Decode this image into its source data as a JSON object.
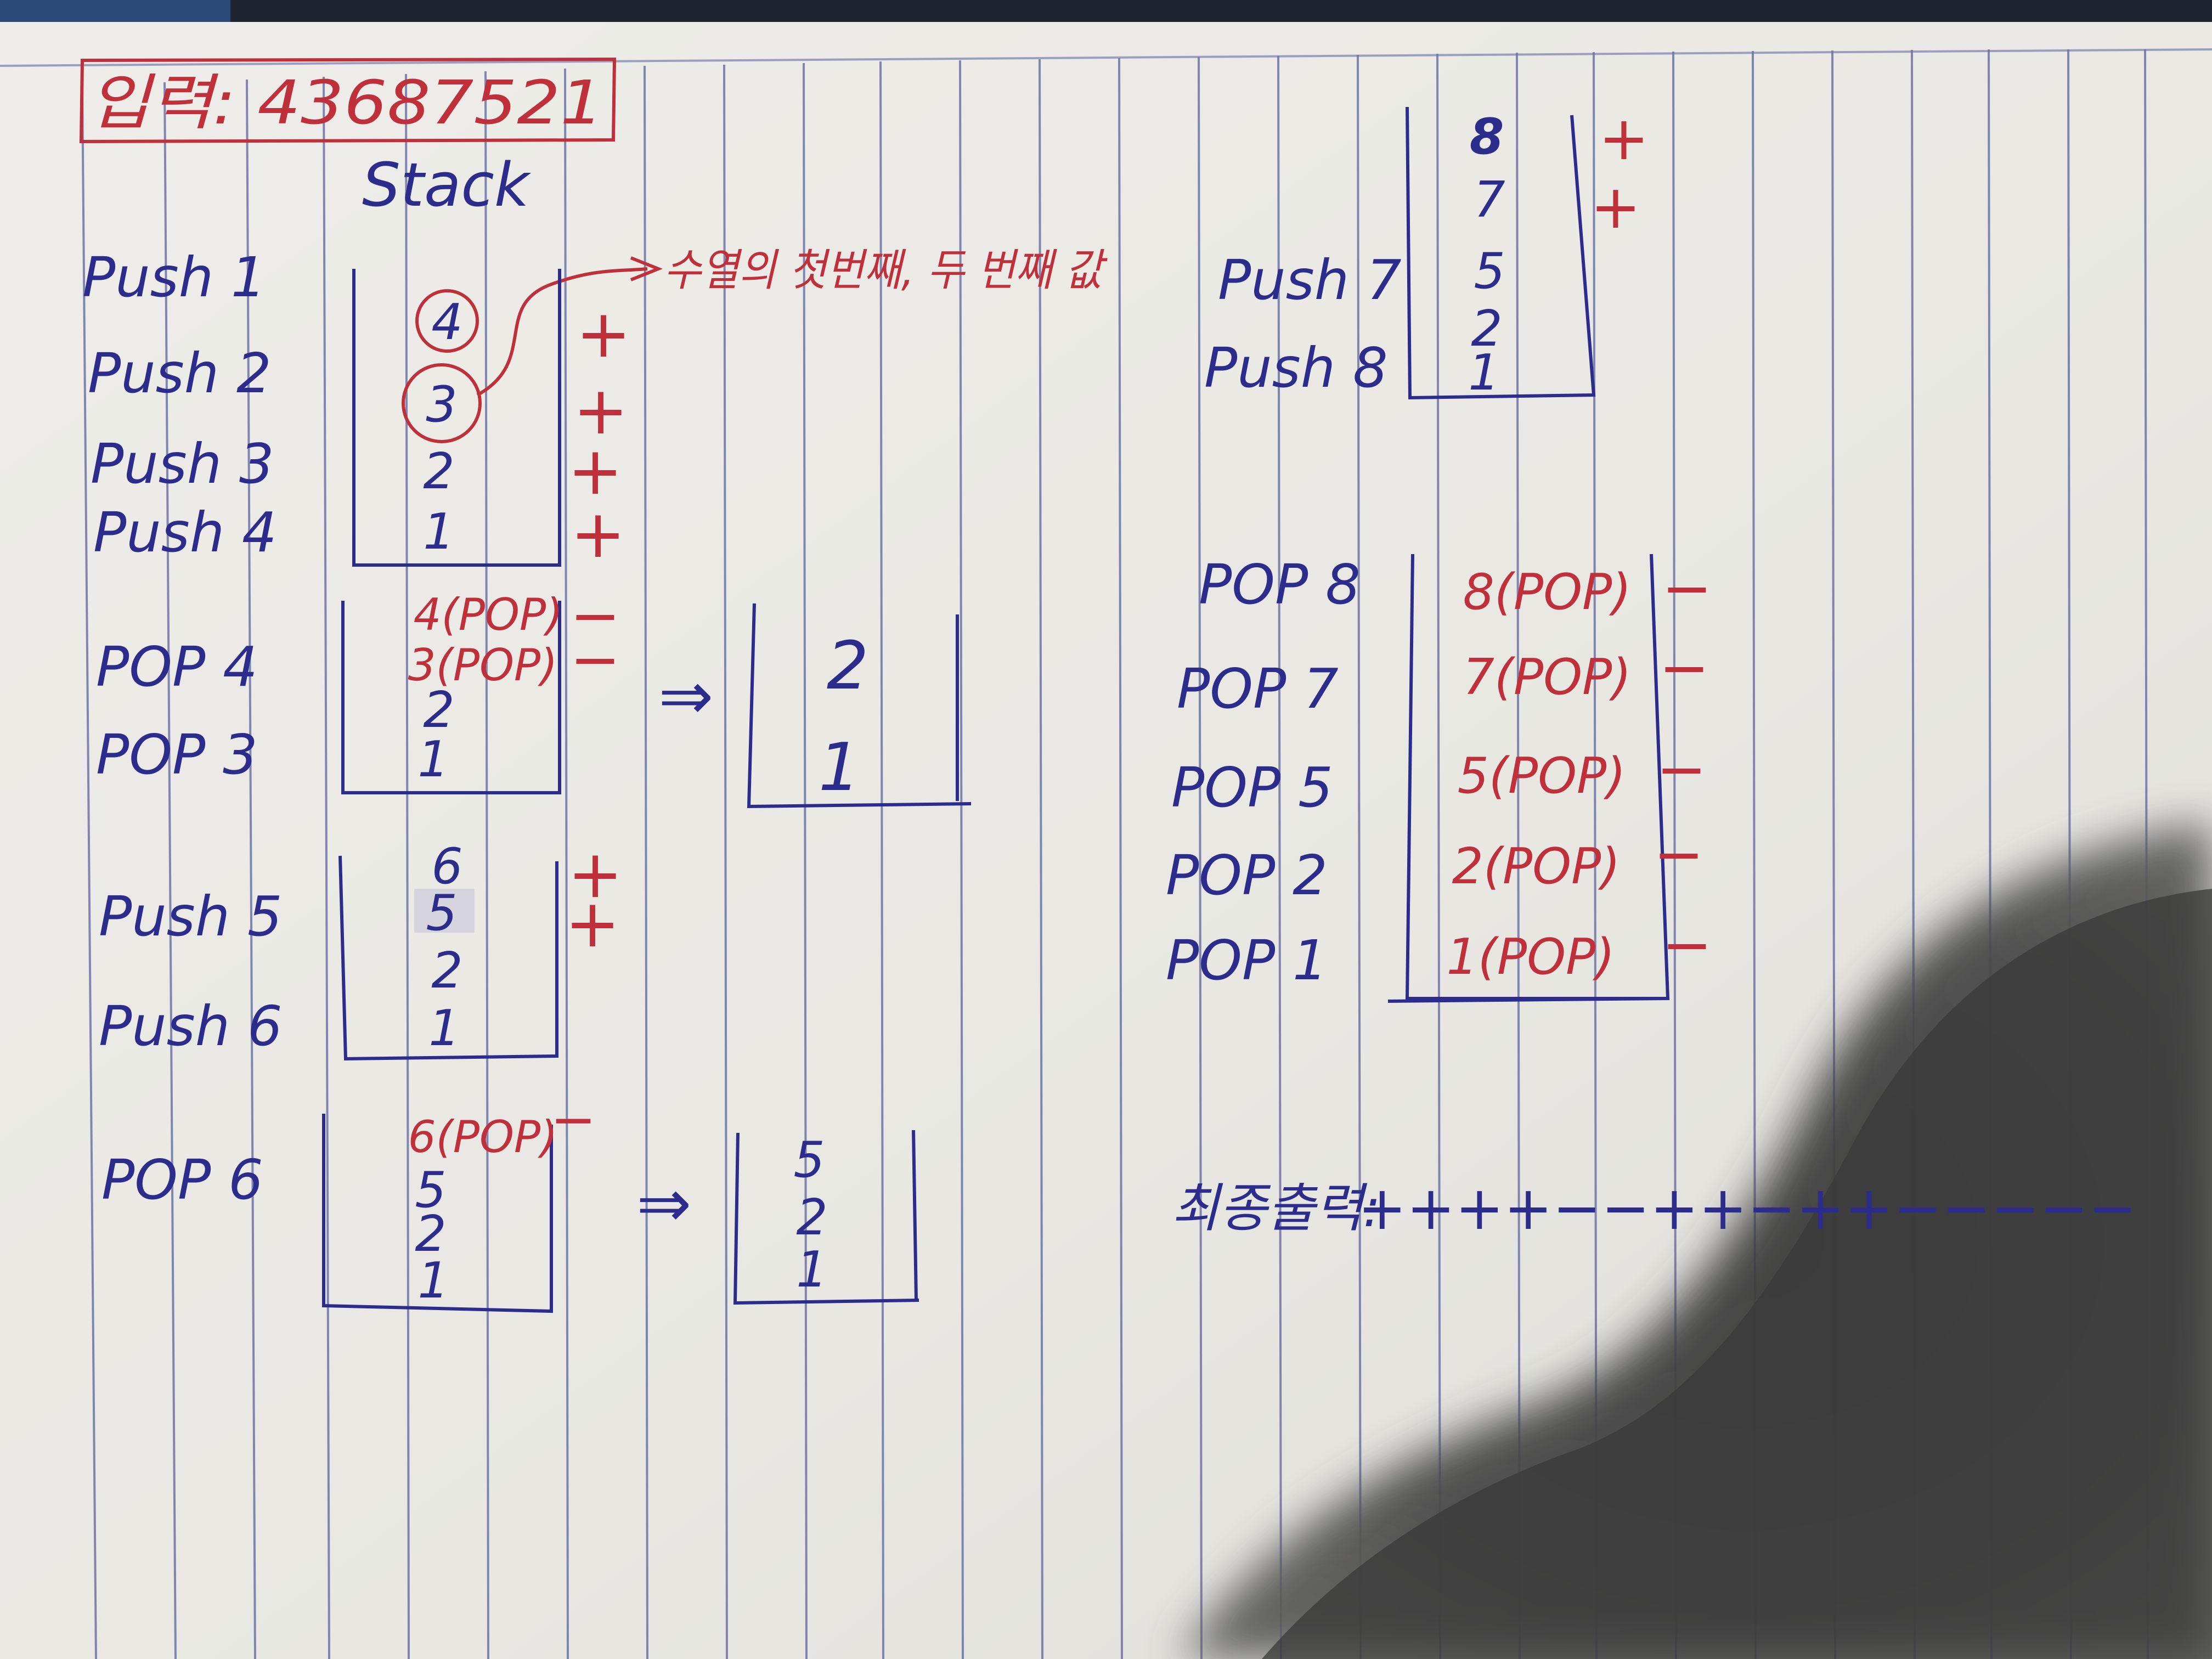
{
  "header": {
    "input_text": "입력: 43687521",
    "stack_title": "Stack"
  },
  "annotation": {
    "text": "수열의 첫번째, 두 번째 값"
  },
  "colors": {
    "paper": "#ebeae6",
    "ruling": "#6e74a8",
    "blue_ink": "#2c2c8c",
    "red_ink": "#c0303a",
    "shadow": "#3a3a3a"
  },
  "section1": {
    "ops": [
      "Push 1",
      "Push 2",
      "Push 3",
      "Push 4"
    ],
    "stack": [
      "4",
      "3",
      "2",
      "1"
    ],
    "signs": [
      "+",
      "+",
      "+",
      "+"
    ]
  },
  "section2": {
    "ops": [
      "POP 4",
      "POP 3"
    ],
    "stack": [
      "4(POP)",
      "3(POP)",
      "2",
      "1"
    ],
    "signs": [
      "−",
      "−"
    ],
    "arrow": "⇒",
    "result_stack": [
      "2",
      "1"
    ]
  },
  "section3": {
    "ops": [
      "Push 5",
      "Push 6"
    ],
    "stack": [
      "6",
      "5",
      "2",
      "1"
    ],
    "signs": [
      "+",
      "+"
    ]
  },
  "section4": {
    "ops": [
      "POP 6"
    ],
    "stack": [
      "6(POP)",
      "5",
      "2",
      "1"
    ],
    "signs": [
      "−"
    ],
    "arrow": "⇒",
    "result_stack": [
      "5",
      "2",
      "1"
    ]
  },
  "section5": {
    "ops": [
      "Push 7",
      "Push 8"
    ],
    "stack": [
      "8",
      "7",
      "5",
      "2",
      "1"
    ],
    "signs": [
      "+",
      "+"
    ]
  },
  "section6": {
    "ops": [
      "POP 8",
      "POP 7",
      "POP 5",
      "POP 2",
      "POP 1"
    ],
    "stack": [
      "8(POP)",
      "7(POP)",
      "5(POP)",
      "2(POP)",
      "1(POP)"
    ],
    "signs": [
      "−",
      "−",
      "−",
      "−",
      "−"
    ]
  },
  "final_output": {
    "label": "최종출력:",
    "value": "++++−−++−++−−−−−"
  }
}
